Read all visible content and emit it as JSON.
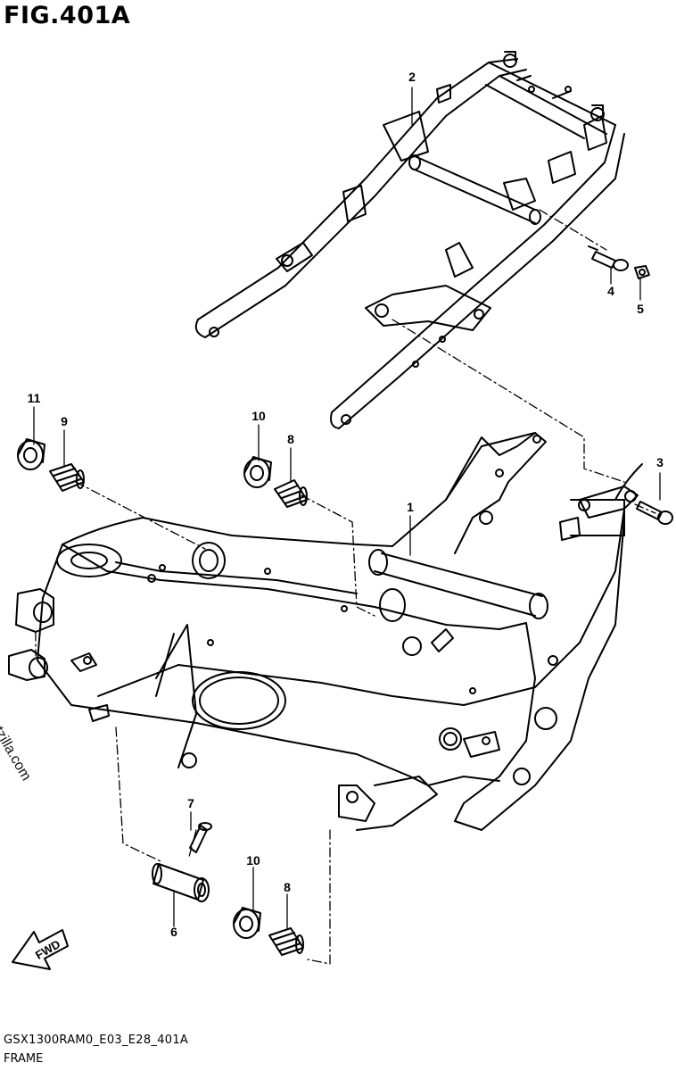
{
  "figure": {
    "title": "FIG.401A",
    "code": "GSX1300RAM0_E03_E28_401A",
    "name": "FRAME"
  },
  "watermark": "Partzilla.com",
  "fwd_label": "FWD",
  "callouts": [
    {
      "id": "1",
      "label": "1"
    },
    {
      "id": "2",
      "label": "2"
    },
    {
      "id": "3",
      "label": "3"
    },
    {
      "id": "4",
      "label": "4"
    },
    {
      "id": "5",
      "label": "5"
    },
    {
      "id": "6",
      "label": "6"
    },
    {
      "id": "7",
      "label": "7"
    },
    {
      "id": "8a",
      "label": "8"
    },
    {
      "id": "8b",
      "label": "8"
    },
    {
      "id": "9",
      "label": "9"
    },
    {
      "id": "10a",
      "label": "10"
    },
    {
      "id": "10b",
      "label": "10"
    },
    {
      "id": "11",
      "label": "11"
    }
  ]
}
